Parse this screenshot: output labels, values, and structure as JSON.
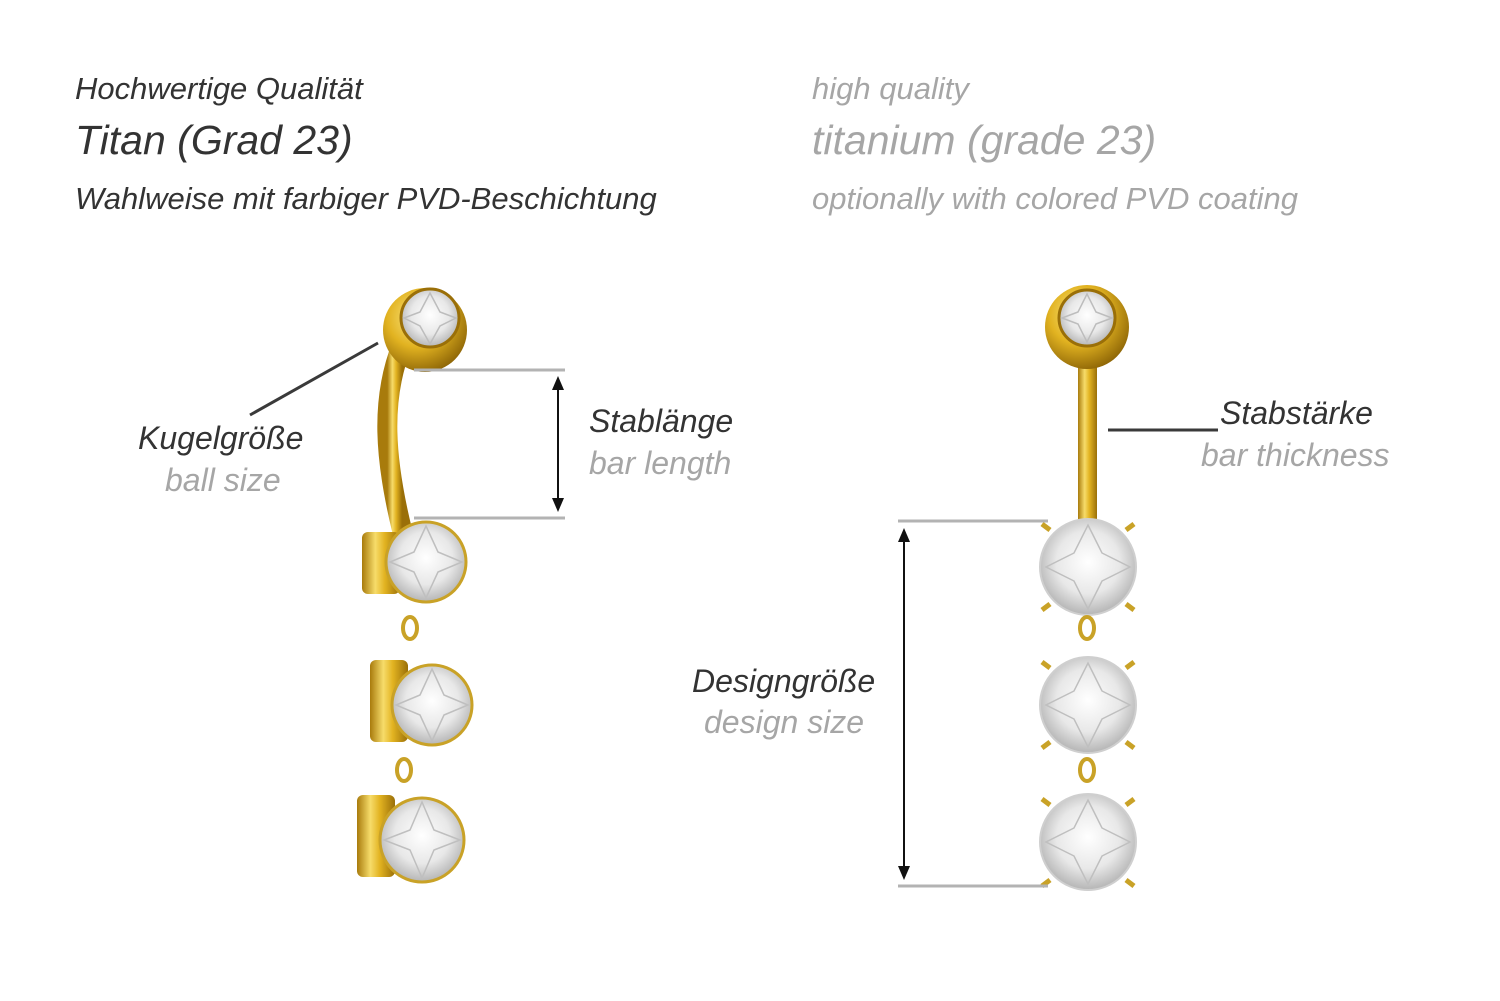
{
  "header": {
    "de": {
      "quality": "Hochwertige Qualität",
      "material": "Titan (Grad 23)",
      "coating": "Wahlweise mit farbiger PVD-Beschichtung"
    },
    "en": {
      "quality": "high quality",
      "material": "titanium (grade 23)",
      "coating": "optionally with colored PVD coating"
    }
  },
  "labels": {
    "ball_size": {
      "de": "Kugelgröße",
      "en": "ball size"
    },
    "bar_length": {
      "de": "Stablänge",
      "en": "bar length"
    },
    "bar_thickness": {
      "de": "Stabstärke",
      "en": "bar thickness"
    },
    "design_size": {
      "de": "Designgröße",
      "en": "design size"
    }
  },
  "colors": {
    "text_dark": "#333333",
    "text_grey": "#a6a6a6",
    "gold": "#e2b321",
    "gold_dark": "#a87b0c",
    "line_grey": "#b3b3b3"
  }
}
